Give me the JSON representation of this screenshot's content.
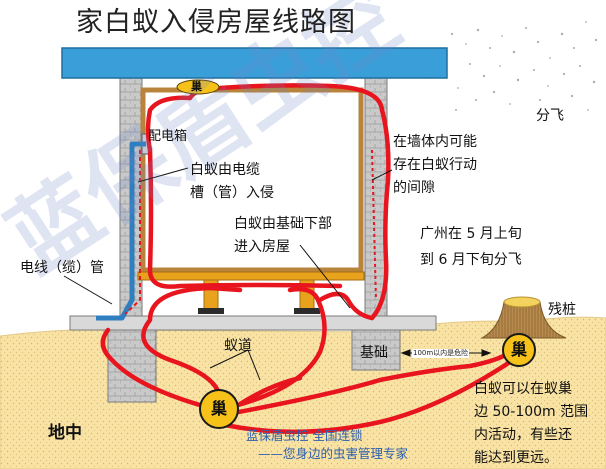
{
  "title": "家白蚁入侵房屋线路图",
  "labels": {
    "fenfei": "分飞",
    "peidianxiang": "配电箱",
    "cable_line1": "白蚁由电缆",
    "cable_line2": "槽（管）入侵",
    "wall_line1": "在墙体内可能",
    "wall_line2": "存在白蚁行动",
    "wall_line3": "的间隙",
    "found_line1": "白蚁由基础下部",
    "found_line2": "进入房屋",
    "gz_line1": "广州在 5 月上旬",
    "gz_line2": "到 6 月下旬分飞",
    "wire_pipe": "电线（缆）管",
    "canzhuang": "残桩",
    "yidao": "蚁道",
    "jichu": "基础",
    "distance_note": "100m以内是危险",
    "range_line1": "白蚁可以在蚁巢",
    "range_line2": "边 50-100m 范围",
    "range_line3": "内活动，有些还",
    "range_line4": "能达到更远。",
    "dizhong": "地中"
  },
  "nests": {
    "nest_main": "巢",
    "nest_stump": "巢",
    "nest_roof": "巢"
  },
  "brand": {
    "line1": "蓝保盾虫控  全国连锁",
    "line2": "——您身边的虫害管理专家"
  },
  "watermark": "蓝保盾虫控",
  "colors": {
    "termite_path": "#e8141e",
    "soil": "#f8e2a4",
    "roof": "#3a9fd8",
    "nest": "#f6c21a"
  }
}
